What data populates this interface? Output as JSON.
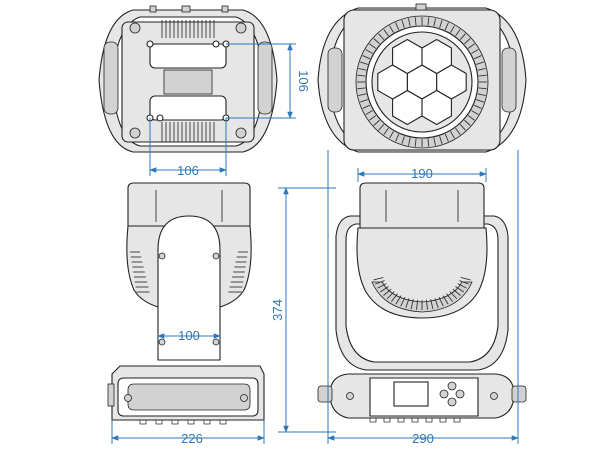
{
  "dimensions": {
    "top_view_height": "106",
    "top_view_width": "106",
    "lens_width": "190",
    "yoke_width": "100",
    "total_height": "374",
    "side_width": "226",
    "front_width": "290"
  },
  "colors": {
    "dimension_line": "#2f78b7",
    "outline": "#222222",
    "fill_light": "#e6e6e6",
    "fill_mid": "#d2d2d2"
  }
}
